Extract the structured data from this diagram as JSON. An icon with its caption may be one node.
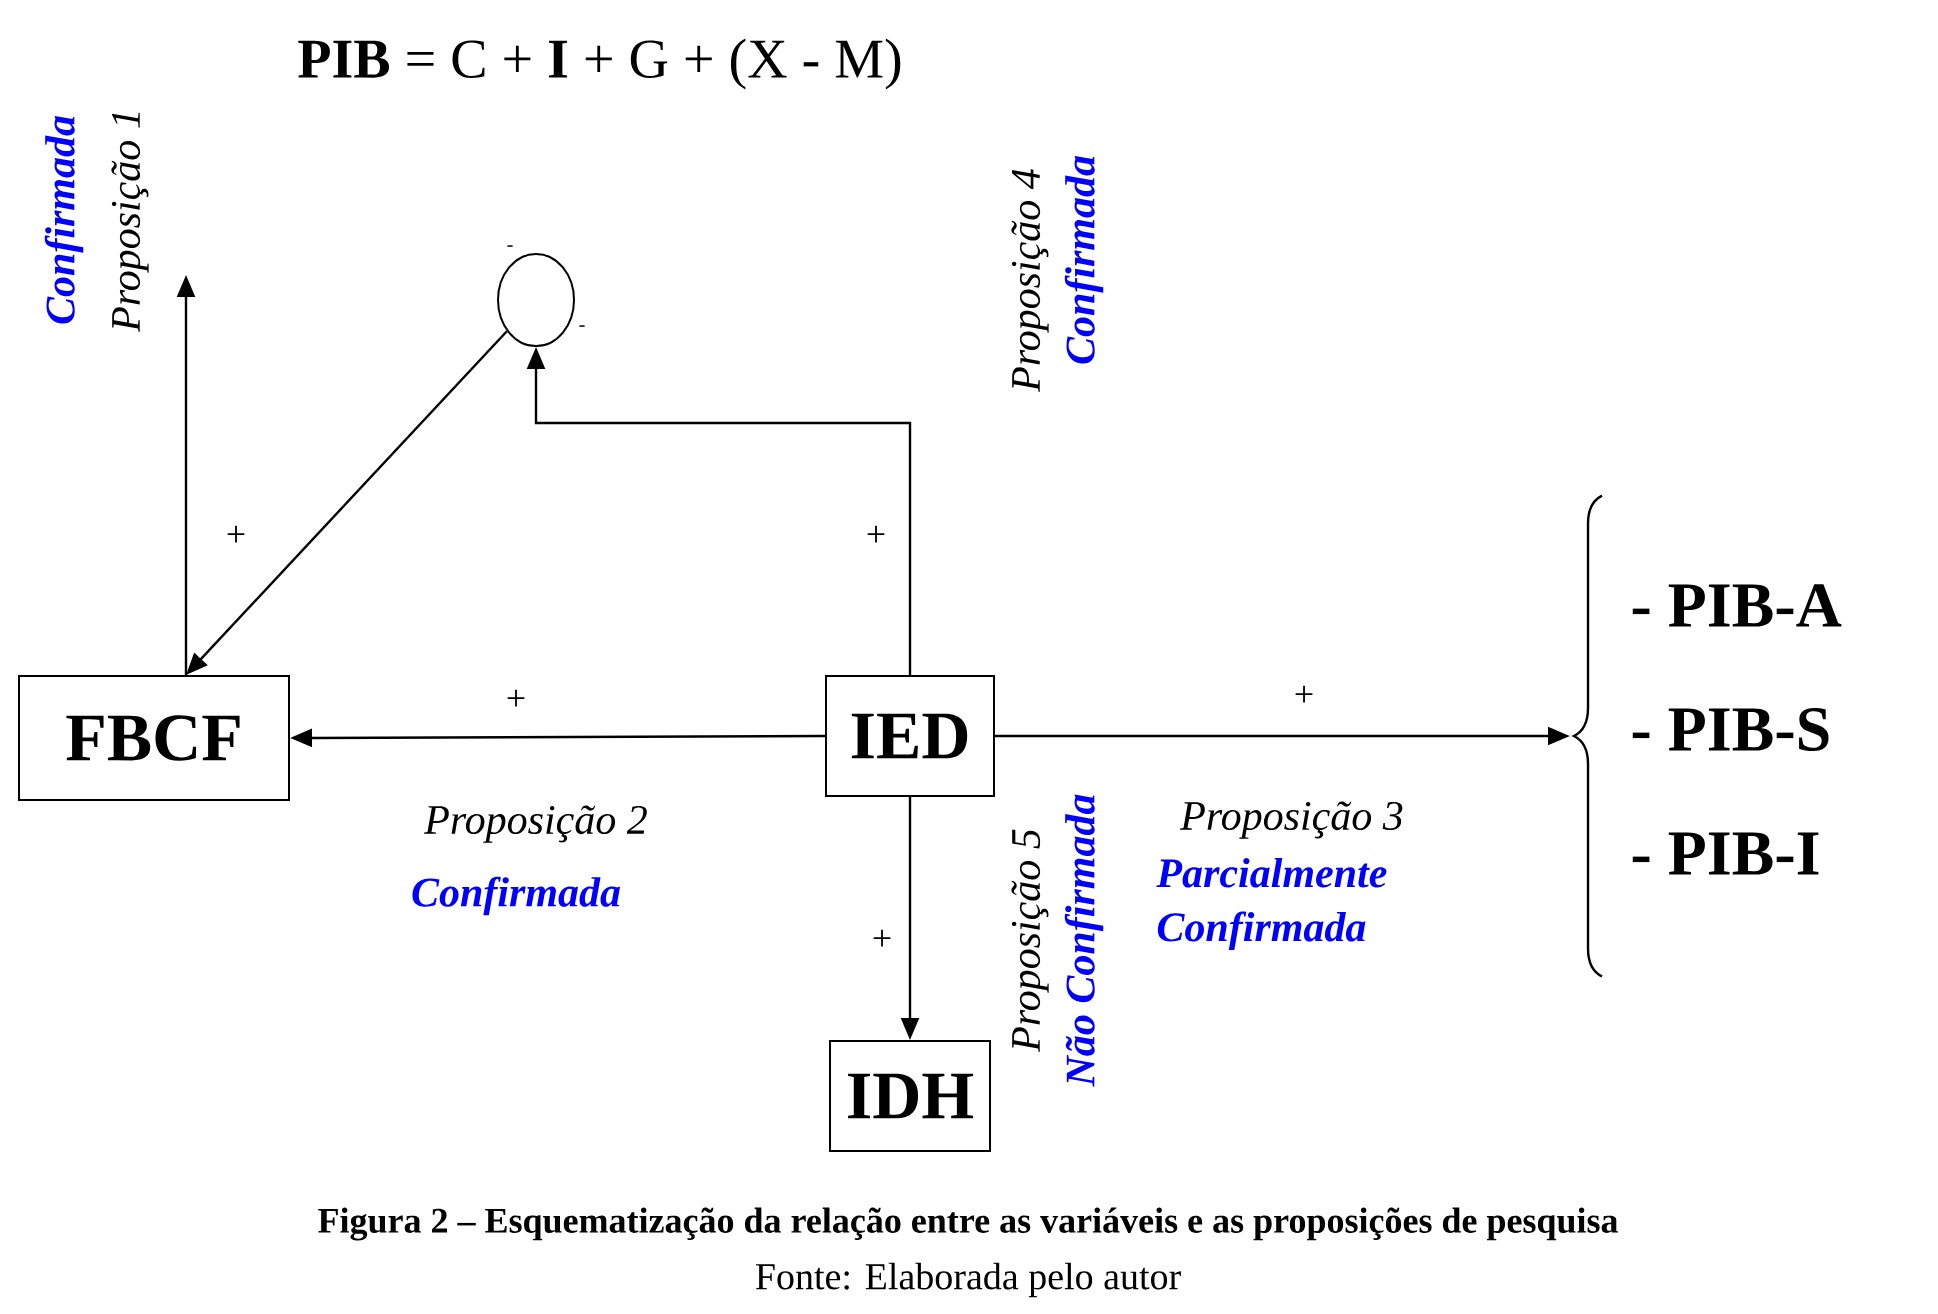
{
  "diagram": {
    "title": "**PIB** =  C  +  **I**  +  G  +  (X - M)",
    "caption": "Figura 2 – Esquematização da relação entre as variáveis e as proposições de pesquisa",
    "nodes": [
      {
        "text": [
          "FBCF"
        ]
      },
      {
        "text": [
          "IED"
        ]
      },
      {
        "text": [
          "IDH"
        ]
      },
      {
        "text": [],
        "shape": "circle"
      },
      {
        "text": [
          "- PIB-A",
          "- PIB-S",
          "- PIB-I"
        ]
      }
    ],
    "edges": [
      {
        "from": 0,
        "to": null,
        "arrow": "to",
        "label": "+"
      },
      {
        "from": 3,
        "to": 0,
        "arrow": "to"
      },
      {
        "from": 1,
        "to": 3,
        "arrow": "to",
        "label": "+"
      },
      {
        "from": 1,
        "to": 0,
        "arrow": "to",
        "label": "+"
      },
      {
        "from": 1,
        "to": 4,
        "arrow": "to",
        "label": "+"
      },
      {
        "from": 1,
        "to": 2,
        "arrow": "to",
        "label": "+"
      }
    ],
    "labels": [
      "Confirmada",
      "Proposição 1",
      "-",
      "-",
      "Proposição 4",
      "Confirmada",
      "Proposição 5",
      "Não Confirmada",
      "Proposição 2",
      "Confirmada",
      "Proposição 3",
      "Parcialmente Confirmada",
      "Fonte: Elaborada pelo autor"
    ]
  }
}
